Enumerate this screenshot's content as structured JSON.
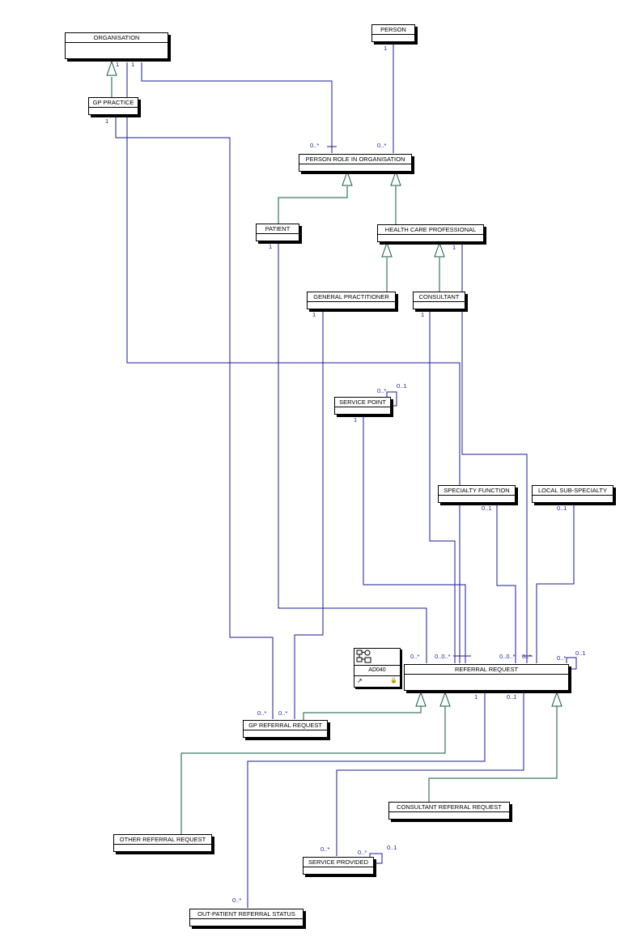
{
  "colors": {
    "association_line": "#1a1a9a",
    "generalization_line": "#0f5a3a",
    "entity_border": "#000000",
    "multiplicity_text": "#1a1aa0"
  },
  "entities": {
    "organisation": "ORGANISATION",
    "person": "PERSON",
    "gp_practice": "GP PRACTICE",
    "person_role_in_organisation": "PERSON ROLE IN ORGANISATION",
    "patient": "PATIENT",
    "health_care_professional": "HEALTH CARE PROFESSIONAL",
    "general_practitioner": "GENERAL PRACTITIONER",
    "consultant": "CONSULTANT",
    "service_point": "SERVICE POINT",
    "specialty_function": "SPECIALTY FUNCTION",
    "local_sub_specialty": "LOCAL SUB-SPECIALTY",
    "referral_request": "REFERRAL REQUEST",
    "gp_referral_request": "GP REFERRAL REQUEST",
    "consultant_referral_request": "CONSULTANT REFERRAL REQUEST",
    "other_referral_request": "OTHER REFERRAL REQUEST",
    "service_provided": "SERVICE PROVIDED",
    "out_patient_referral_status": "OUT-PATIENT REFERRAL STATUS"
  },
  "model_element": {
    "id": "AD040",
    "icon": "entity-diagram-icon",
    "link_icon": "link-arrow-icon",
    "lock_icon": "lock-icon"
  },
  "multiplicities": {
    "org_to_gp_practice": "1",
    "org_to_person_role": "1",
    "gp_practice_one": "1",
    "person_one": "1",
    "person_role_many_org": "0..*",
    "person_role_many_person": "0..*",
    "patient_one": "1",
    "hcp_one": "1",
    "gp_one": "1",
    "consultant_one": "1",
    "service_point_self_many": "0..*",
    "service_point_self_one": "0..1",
    "service_point_one": "1",
    "specialty_function_many": "0..1",
    "local_sub_specialty_many": "0..1",
    "rr_left_many": "0..*",
    "rr_mid_many": "0..0..*",
    "rr_specialty_many": "0..0..*",
    "rr_sub_many": "0..*",
    "rr_self_many": "0..*",
    "rr_self_one": "0..1",
    "rr_bottom_one": "1",
    "rr_bottom_zero_one": "0..1",
    "gp_rr_many_a": "0..*",
    "gp_rr_many_b": "0..*",
    "service_provided_many": "0..*",
    "service_provided_self_many": "0..*",
    "service_provided_self_one": "0..1",
    "out_patient_status_many": "0..*"
  }
}
